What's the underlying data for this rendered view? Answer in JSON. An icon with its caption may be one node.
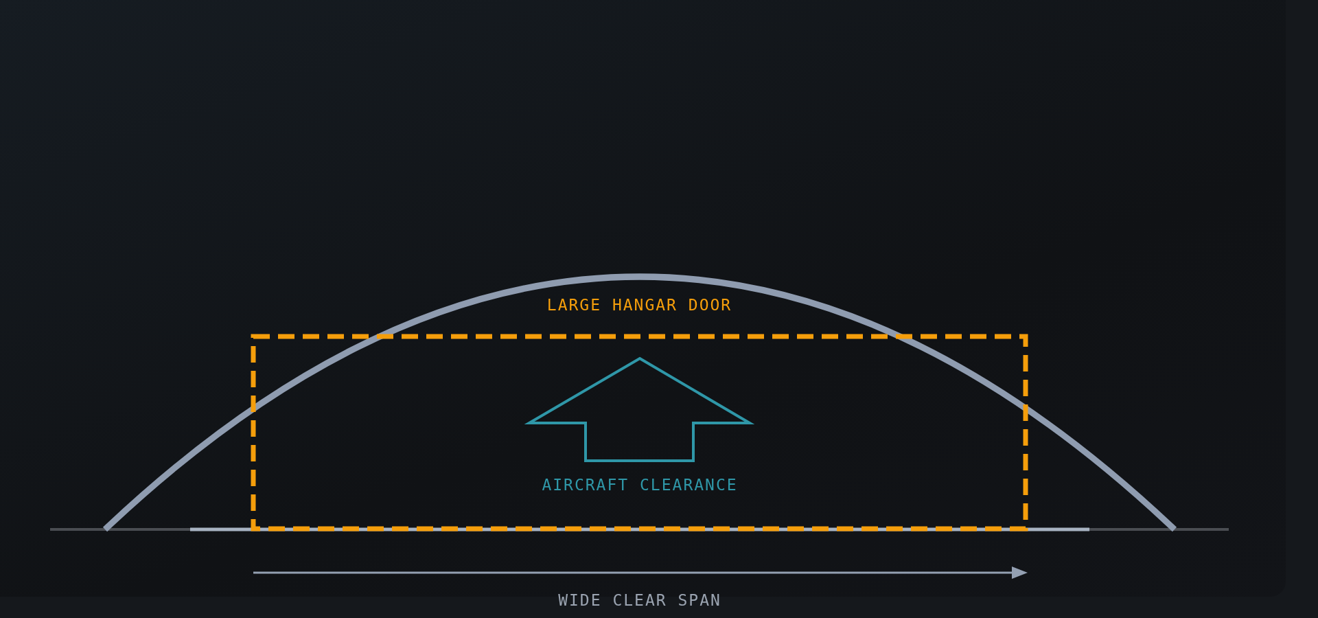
{
  "diagram": {
    "nodes": [
      {
        "text": [
          "LARGE HANGAR DOOR"
        ]
      }
    ],
    "edges": [],
    "labels": [
      "AIRCRAFT CLEARANCE",
      "WIDE CLEAR SPAN"
    ]
  }
}
